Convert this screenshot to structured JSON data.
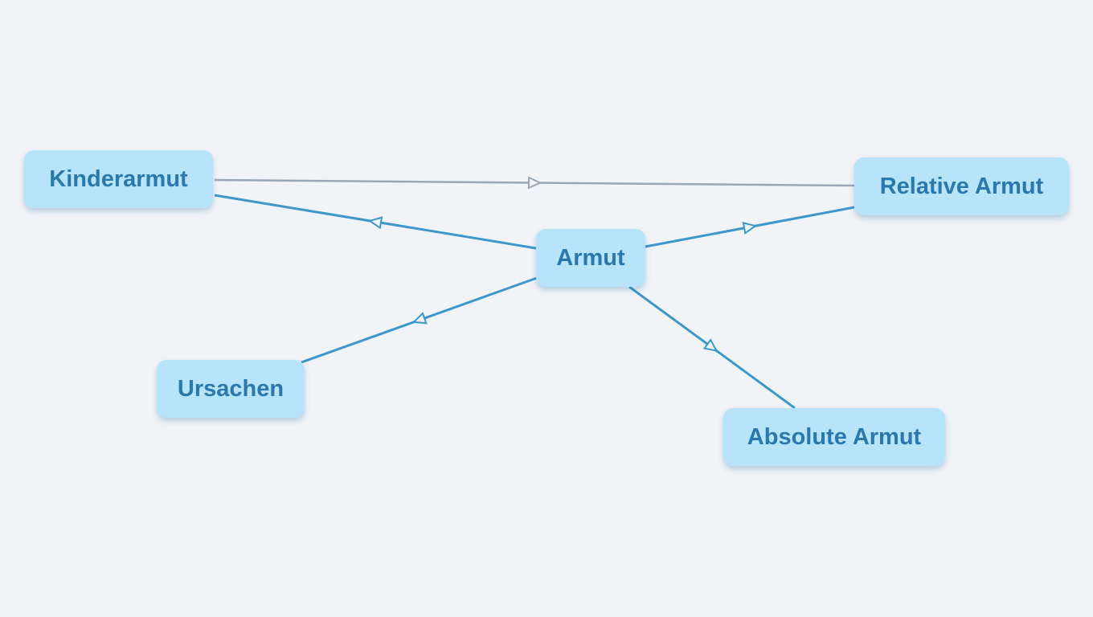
{
  "colors": {
    "background": "#f1f3f6",
    "node_fill": "#b7e4fb",
    "node_text": "#2a78ad",
    "edge_primary": "#3a98cc",
    "edge_secondary": "#9aa6b4"
  },
  "nodes": {
    "kinderarmut": {
      "label": "Kinderarmut"
    },
    "relative_armut": {
      "label": "Relative Armut"
    },
    "armut": {
      "label": "Armut"
    },
    "ursachen": {
      "label": "Ursachen"
    },
    "absolute_armut": {
      "label": "Absolute Armut"
    }
  },
  "edges": [
    {
      "from": "kinderarmut",
      "to": "relative_armut",
      "style": "secondary"
    },
    {
      "from": "armut",
      "to": "kinderarmut",
      "style": "primary"
    },
    {
      "from": "armut",
      "to": "relative_armut",
      "style": "primary"
    },
    {
      "from": "armut",
      "to": "ursachen",
      "style": "primary"
    },
    {
      "from": "armut",
      "to": "absolute_armut",
      "style": "primary"
    }
  ]
}
